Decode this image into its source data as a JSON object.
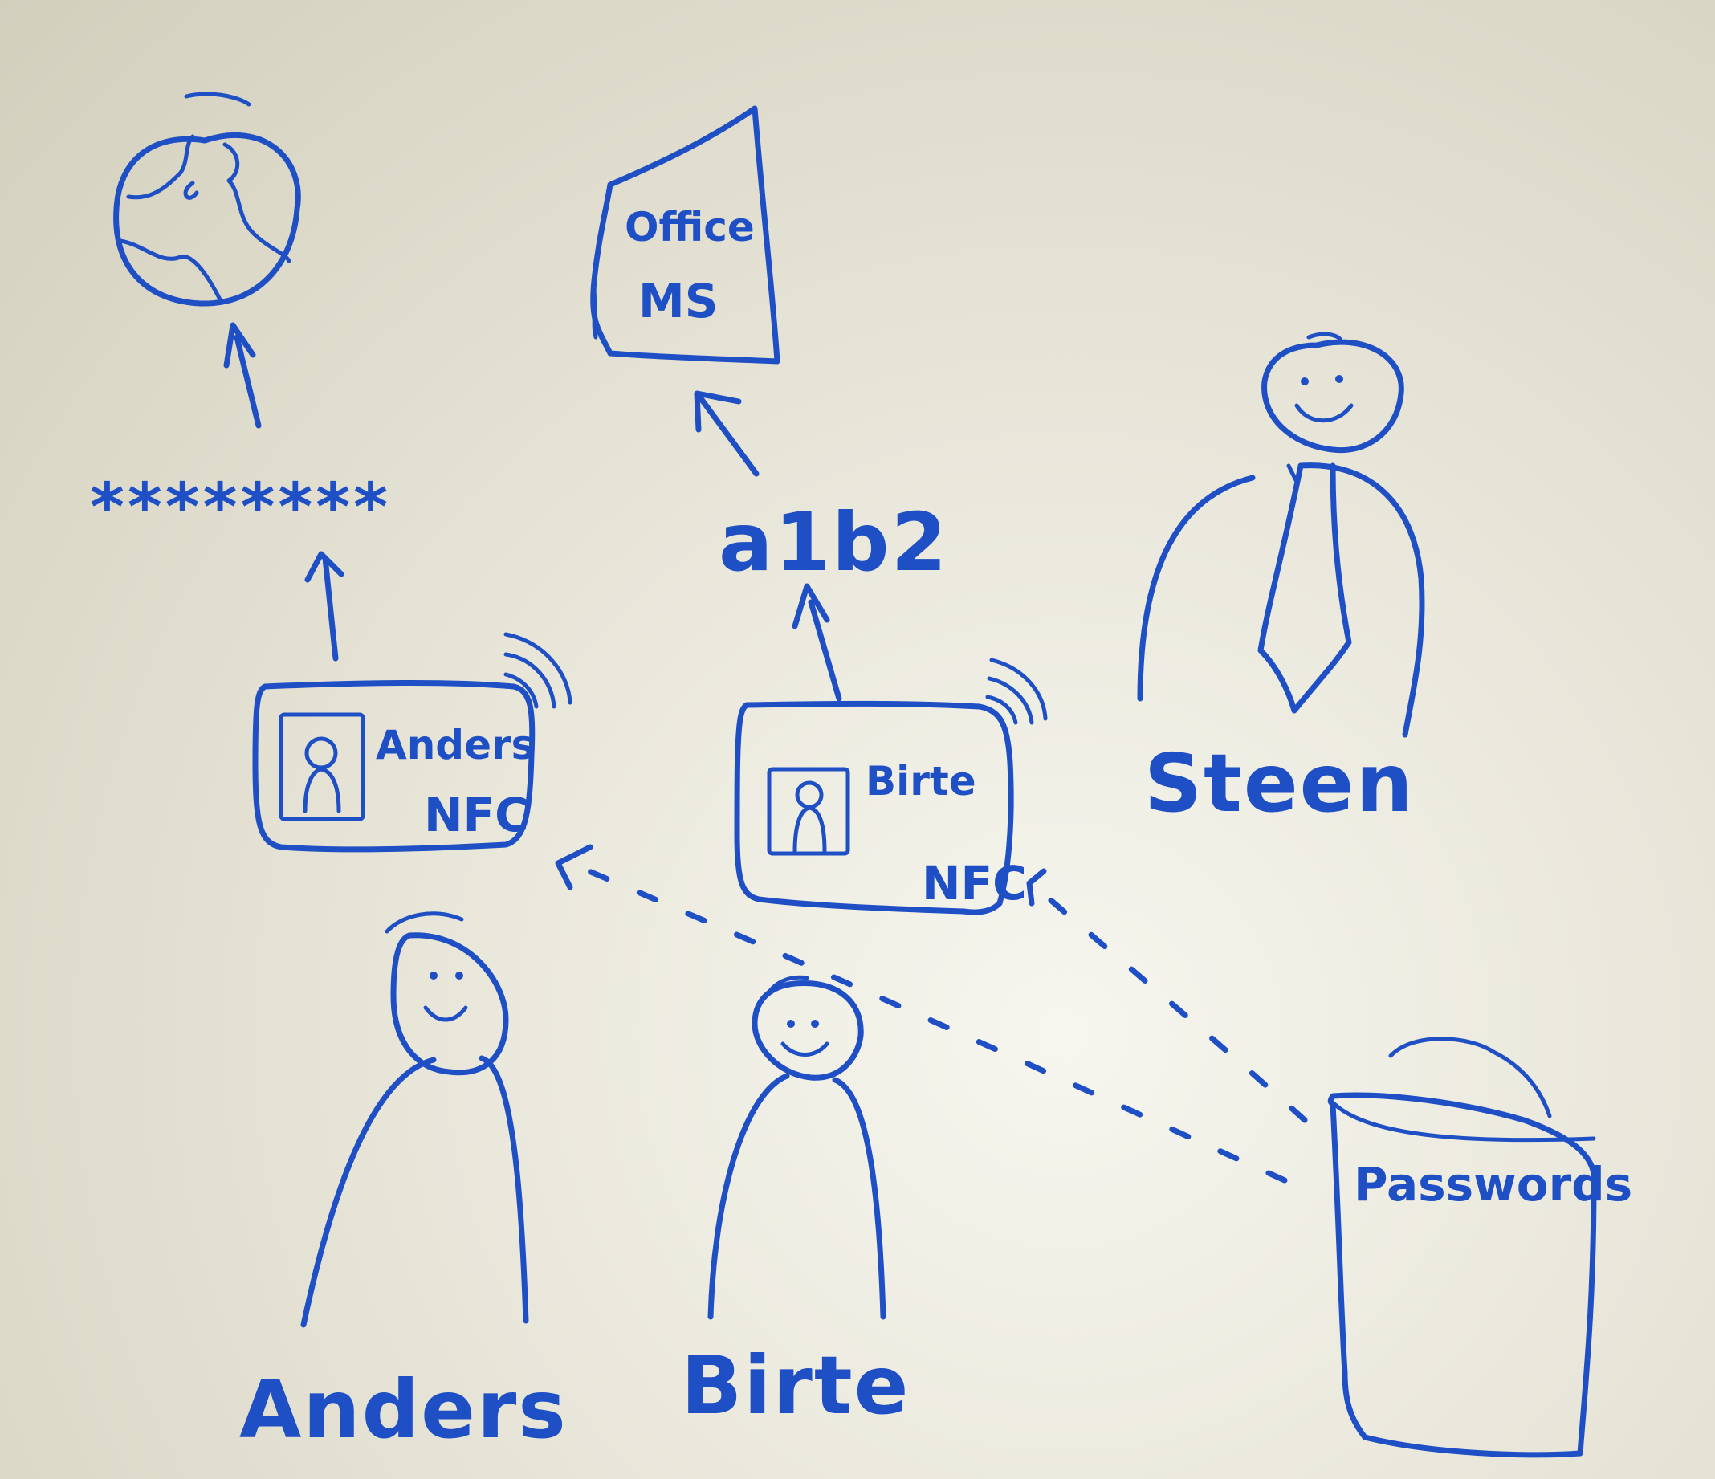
{
  "labels": {
    "office_line1": "Office",
    "office_line2": "MS",
    "masked_password": "********",
    "generated_password": "a1b2",
    "card_anders_name": "Anders",
    "card_anders_tech": "NFC",
    "card_birte_name": "Birte",
    "card_birte_tech": "NFC",
    "person_anders": "Anders",
    "person_birte": "Birte",
    "person_steen": "Steen",
    "database": "Passwords"
  },
  "colors": {
    "ink": "#1f4fc4",
    "board": "#ebe9dd"
  },
  "icons": {
    "internet": "globe-icon",
    "application": "document-icon",
    "card_wireless": "wireless-signal-icon",
    "storage": "database-cylinder-icon"
  }
}
